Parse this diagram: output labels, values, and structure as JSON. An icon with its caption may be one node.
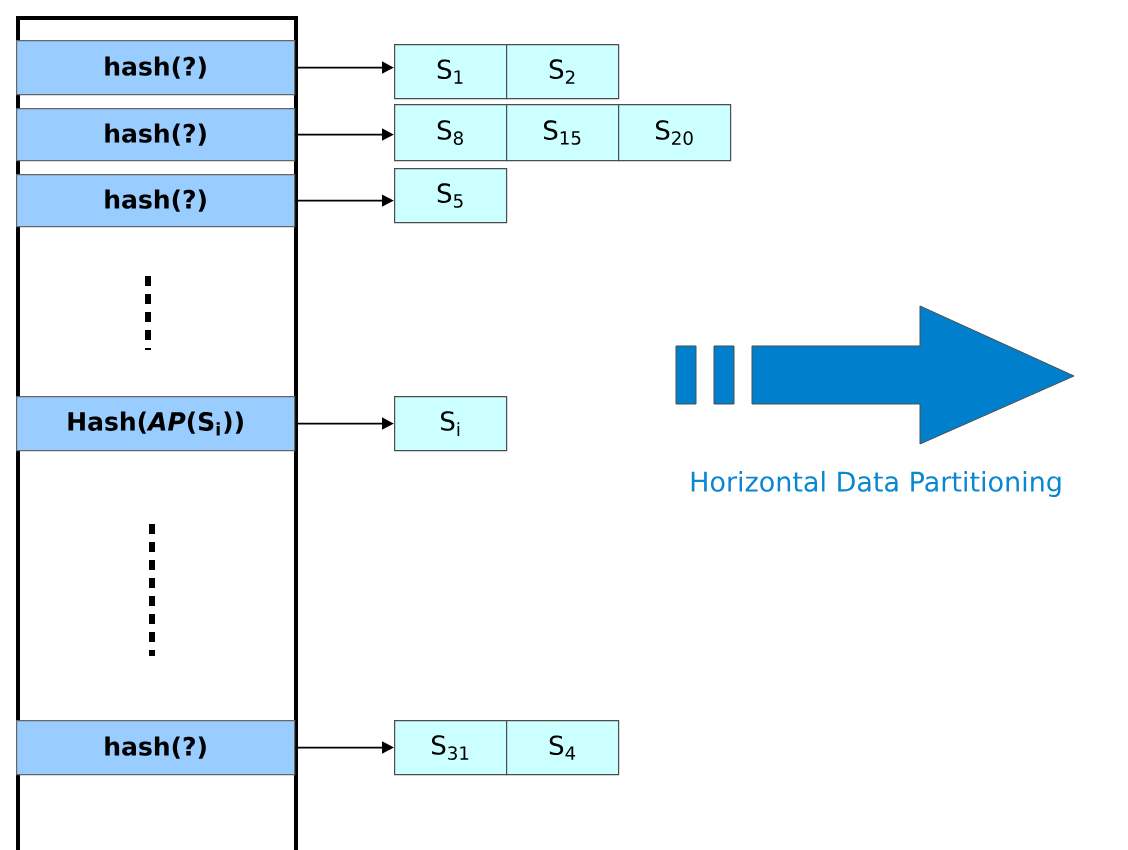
{
  "diagram": {
    "nodes": [
      {
        "text": [],
        "shape": "box"
      },
      {
        "text": [
          "hash(?)"
        ],
        "in": 0
      },
      {
        "text": [
          "hash(?)"
        ],
        "in": 0
      },
      {
        "text": [
          "hash(?)"
        ],
        "in": 0
      },
      {
        "text": [
          "Hash(*AP*(S$_{i}$))"
        ],
        "in": 0
      },
      {
        "text": [
          "hash(?)"
        ],
        "in": 0
      },
      {
        "text": [
          "S$_{1}$"
        ]
      },
      {
        "text": [
          "S$_{2}$"
        ]
      },
      {
        "text": [
          "S$_{8}$"
        ]
      },
      {
        "text": [
          "S$_{15}$"
        ]
      },
      {
        "text": [
          "S$_{20}$"
        ]
      },
      {
        "text": [
          "S$_{5}$"
        ]
      },
      {
        "text": [
          "S$_{i}$"
        ]
      },
      {
        "text": [
          "S$_{31}$"
        ]
      },
      {
        "text": [
          "S$_{4}$"
        ]
      }
    ],
    "edges": [
      {
        "from": 1,
        "to": 6,
        "arrow": "to"
      },
      {
        "from": 2,
        "to": 8,
        "arrow": "to"
      },
      {
        "from": 3,
        "to": 11,
        "arrow": "to"
      },
      {
        "from": 4,
        "to": 12,
        "arrow": "to"
      },
      {
        "from": 5,
        "to": 13,
        "arrow": "to"
      }
    ],
    "labels": [
      "Horizontal Data Partitioning"
    ]
  }
}
